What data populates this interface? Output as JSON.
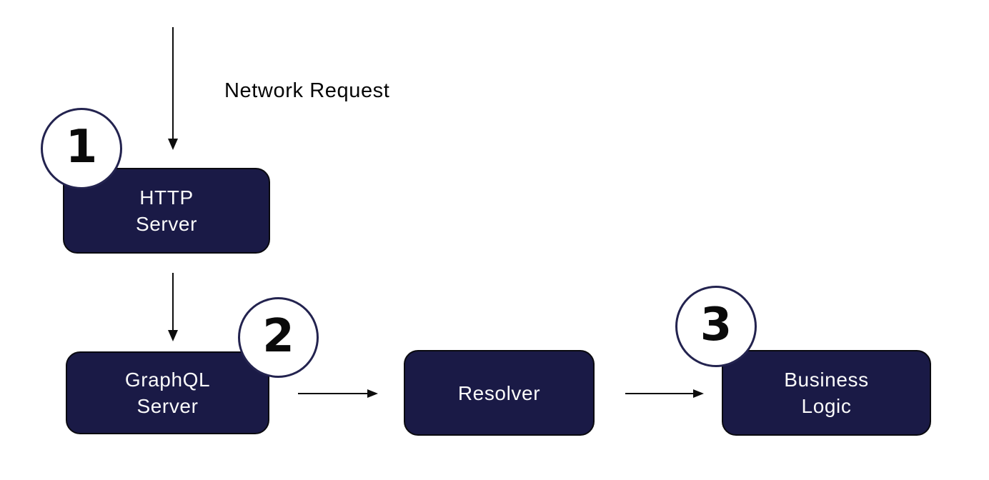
{
  "diagram": {
    "annotation": "Network Request",
    "nodes": [
      {
        "id": "http-server",
        "line1": "HTTP",
        "line2": "Server",
        "badge": "1"
      },
      {
        "id": "graphql-server",
        "line1": "GraphQL",
        "line2": "Server",
        "badge": "2"
      },
      {
        "id": "resolver",
        "line1": "Resolver",
        "line2": "",
        "badge": ""
      },
      {
        "id": "business-logic",
        "line1": "Business",
        "line2": "Logic",
        "badge": "3"
      }
    ],
    "badges": [
      {
        "label": "1"
      },
      {
        "label": "2"
      },
      {
        "label": "3"
      }
    ],
    "colors": {
      "node_fill": "#1a1a46",
      "node_text": "#fafafa",
      "node_border": "#0a0a10",
      "badge_fill": "#ffffff",
      "badge_border": "#23234f",
      "badge_text": "#0a0a0a",
      "arrow": "#0d0d0d",
      "annotation_text": "#050505",
      "background": "#ffffff"
    }
  }
}
